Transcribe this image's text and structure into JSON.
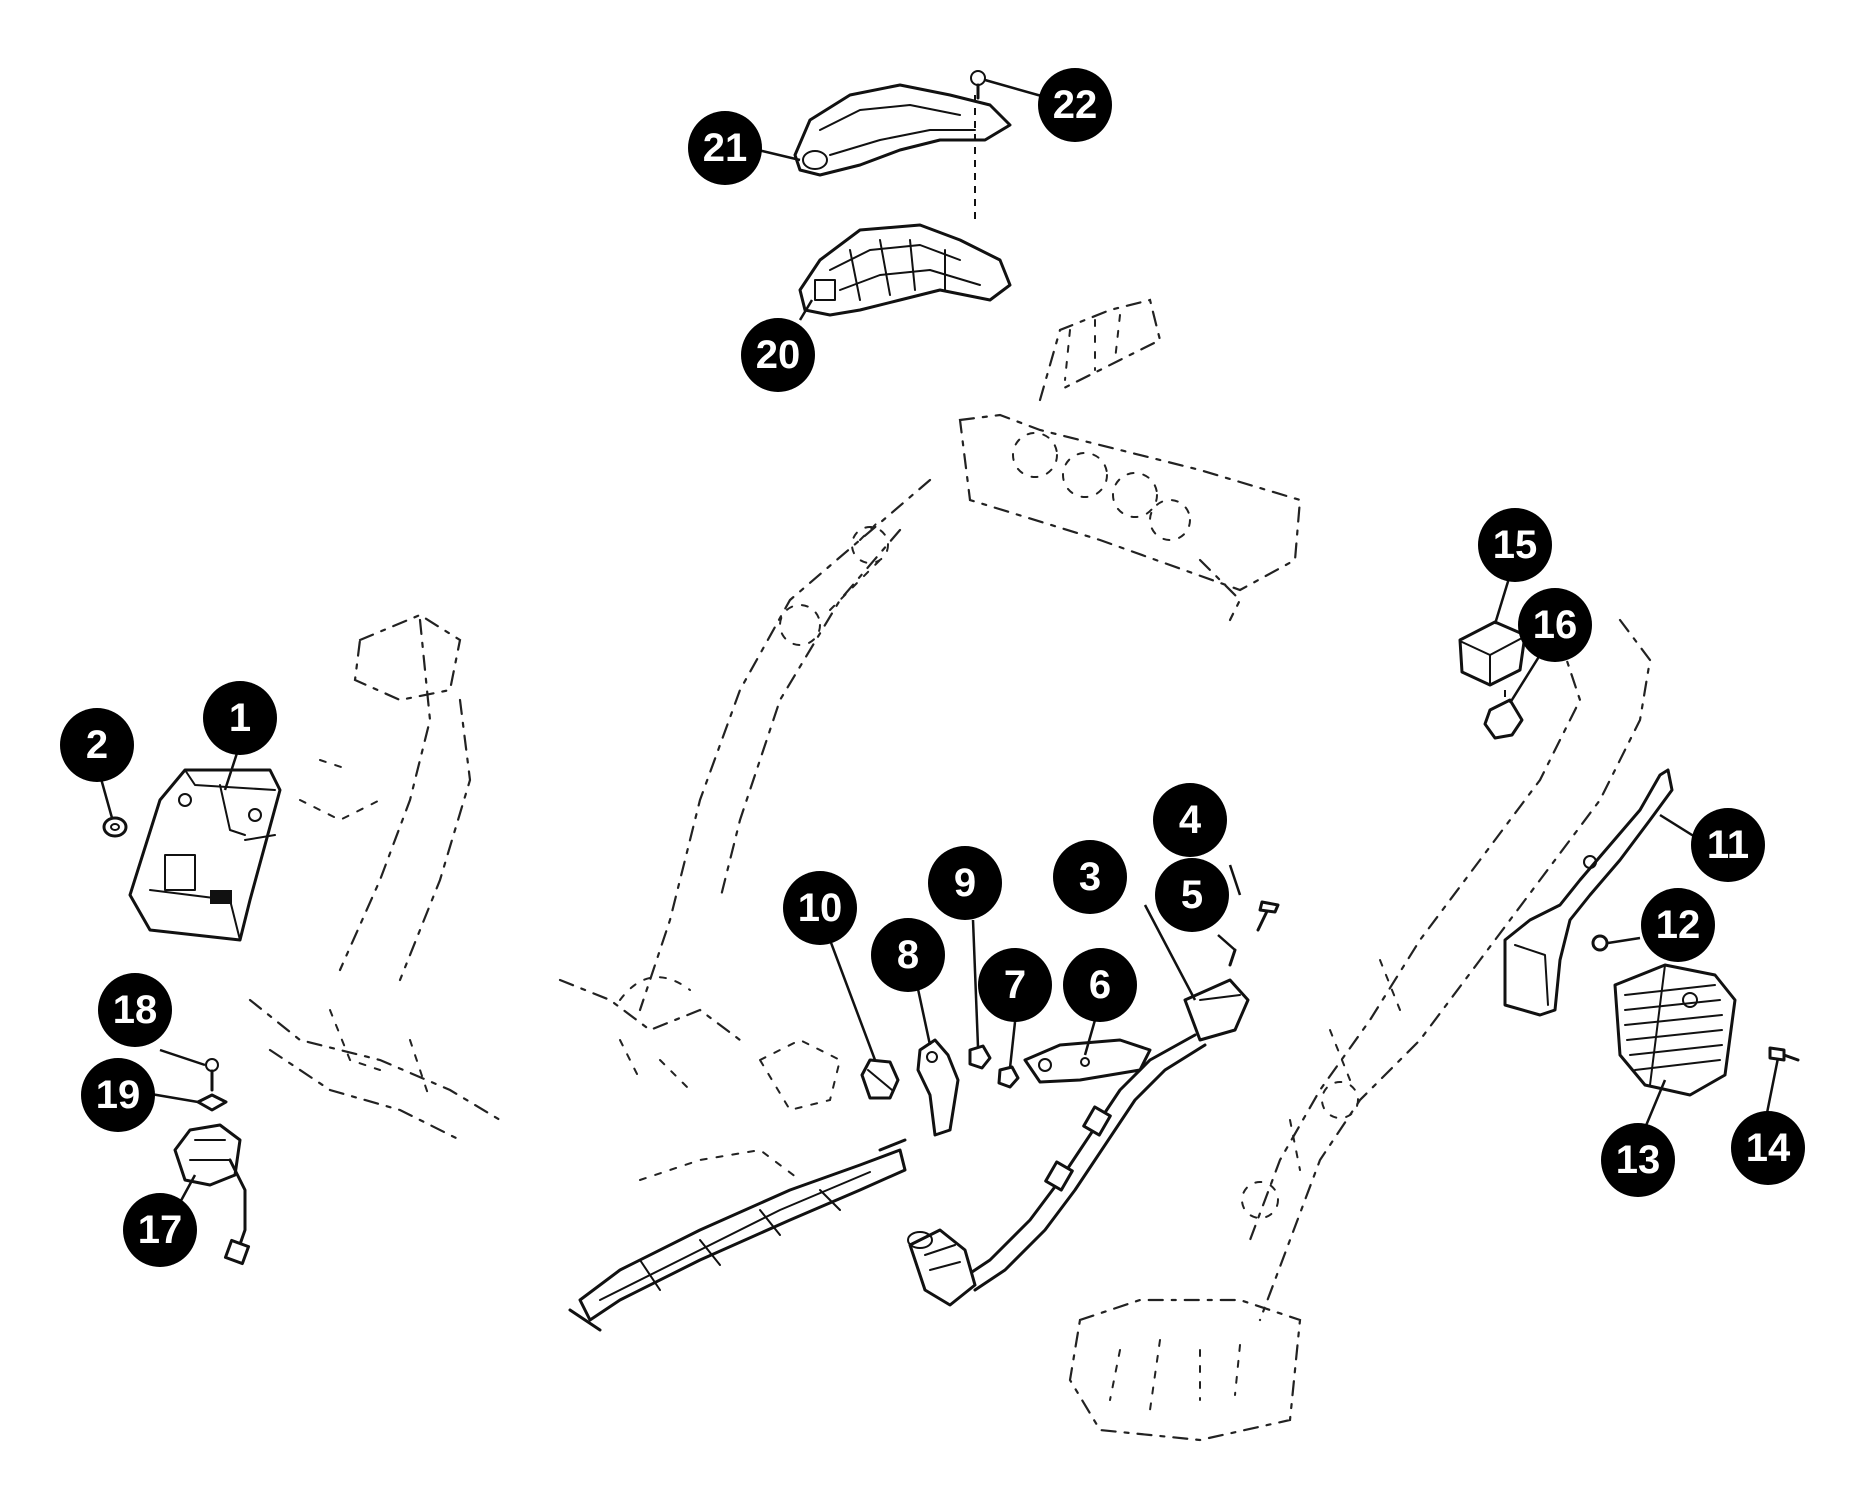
{
  "callouts": [
    {
      "id": "1",
      "label": "1"
    },
    {
      "id": "2",
      "label": "2"
    },
    {
      "id": "3",
      "label": "3"
    },
    {
      "id": "4",
      "label": "4"
    },
    {
      "id": "5",
      "label": "5"
    },
    {
      "id": "6",
      "label": "6"
    },
    {
      "id": "7",
      "label": "7"
    },
    {
      "id": "8",
      "label": "8"
    },
    {
      "id": "9",
      "label": "9"
    },
    {
      "id": "10",
      "label": "10"
    },
    {
      "id": "11",
      "label": "11"
    },
    {
      "id": "12",
      "label": "12"
    },
    {
      "id": "13",
      "label": "13"
    },
    {
      "id": "14",
      "label": "14"
    },
    {
      "id": "15",
      "label": "15"
    },
    {
      "id": "16",
      "label": "16"
    },
    {
      "id": "17",
      "label": "17"
    },
    {
      "id": "18",
      "label": "18"
    },
    {
      "id": "19",
      "label": "19"
    },
    {
      "id": "20",
      "label": "20"
    },
    {
      "id": "21",
      "label": "21"
    },
    {
      "id": "22",
      "label": "22"
    }
  ],
  "colors": {
    "ink": "#111111",
    "callout_fill": "#000000",
    "callout_text": "#ffffff",
    "background": "#ffffff"
  }
}
